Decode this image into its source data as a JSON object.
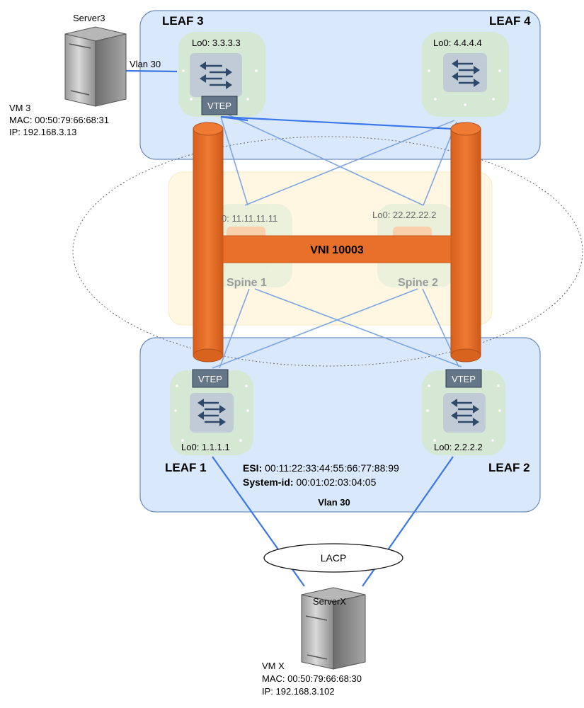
{
  "top_group": {
    "leaf3_title": "LEAF 3",
    "leaf4_title": "LEAF 4",
    "leaf3_lo0": "Lo0: 3.3.3.3",
    "leaf4_lo0": "Lo0: 4.4.4.4",
    "leaf3_vtep": "VTEP"
  },
  "server3": {
    "name": "Server3",
    "link_label": "Vlan 30",
    "vm_name": "VM 3",
    "mac": "MAC: 00:50:79:66:68:31",
    "ip": "IP: 192.168.3.13"
  },
  "spine_area": {
    "spine1_lo0": "0: 11.11.11.11",
    "spine2_lo0": "Lo0: 22.22.22.2",
    "spine1_name": "Spine 1",
    "spine2_name": "Spine 2",
    "vni_label": "VNI 10003"
  },
  "bottom_group": {
    "leaf1_vtep": "VTEP",
    "leaf2_vtep": "VTEP",
    "leaf1_lo0": "Lo0: 1.1.1.1",
    "leaf2_lo0": "Lo0: 2.2.2.2",
    "leaf1_title": "LEAF 1",
    "leaf2_title": "LEAF 2",
    "esi_key": "ESI:",
    "esi_value": " 00:11:22:33:44:55:66:77:88:99",
    "sysid_key": "System-id:",
    "sysid_value": " 00:01:02:03:04:05",
    "vlan_label": "Vlan 30"
  },
  "lacp_label": "LACP",
  "serverx": {
    "name": "ServerX",
    "vm_name": "VM X",
    "mac": "MAC: 00:50:79:66:68:30",
    "ip": "IP: 192.168.3.102"
  },
  "colors": {
    "group_fill": "#dae8fc",
    "group_stroke": "#6c8ebf",
    "switch_fill": "#d5e8d4",
    "switch_inner": "#c1cbd6",
    "tunnel": "#e8702a",
    "link": "#3b78e7",
    "fabric_link": "#7ea6e0",
    "vtep": "#647687",
    "spine_area_fill": "#fff2cc"
  },
  "icons": [
    "server-icon",
    "switch-icon",
    "vtep-badge"
  ]
}
